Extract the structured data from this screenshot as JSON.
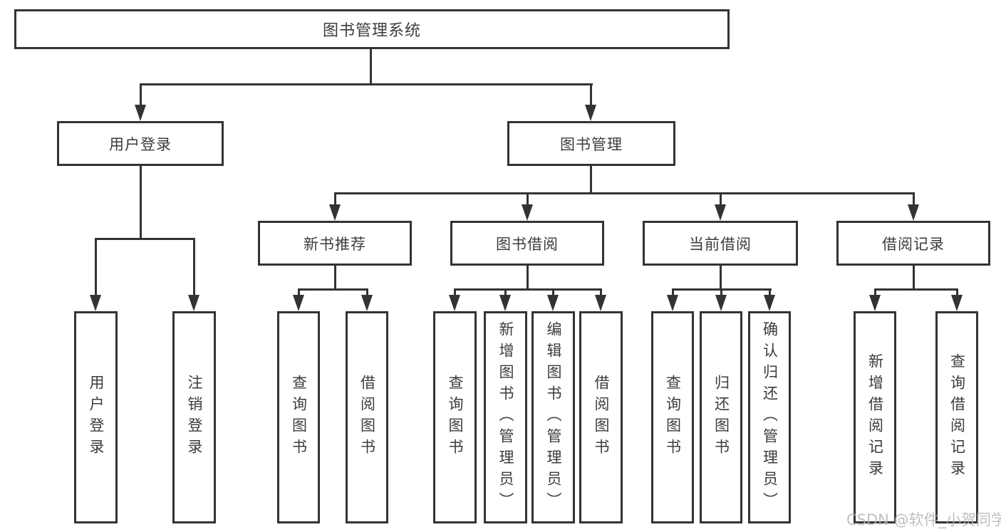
{
  "diagram": {
    "title": "图书管理系统",
    "nodes": {
      "root": {
        "label": "图书管理系统",
        "children": [
          "user_login",
          "book_mgmt"
        ]
      },
      "user_login": {
        "label": "用户登录",
        "children": [
          "leaf_user_login",
          "leaf_logout"
        ]
      },
      "book_mgmt": {
        "label": "图书管理",
        "children": [
          "new_book_rec",
          "book_borrow",
          "current_borrow",
          "borrow_records"
        ]
      },
      "new_book_rec": {
        "label": "新书推荐",
        "children": [
          "leaf_nb_query",
          "leaf_nb_borrow"
        ]
      },
      "book_borrow": {
        "label": "图书借阅",
        "children": [
          "leaf_bb_query",
          "leaf_bb_add",
          "leaf_bb_edit",
          "leaf_bb_borrow"
        ]
      },
      "current_borrow": {
        "label": "当前借阅",
        "children": [
          "leaf_cb_query",
          "leaf_cb_return",
          "leaf_cb_confirm"
        ]
      },
      "borrow_records": {
        "label": "借阅记录",
        "children": [
          "leaf_br_add",
          "leaf_br_query"
        ]
      },
      "leaf_user_login": {
        "label": "用户登录",
        "children": []
      },
      "leaf_logout": {
        "label": "注销登录",
        "children": []
      },
      "leaf_nb_query": {
        "label": "查询图书",
        "children": []
      },
      "leaf_nb_borrow": {
        "label": "借阅图书",
        "children": []
      },
      "leaf_bb_query": {
        "label": "查询图书",
        "children": []
      },
      "leaf_bb_add": {
        "label": "新增图书（管理员）",
        "children": []
      },
      "leaf_bb_edit": {
        "label": "编辑图书（管理员）",
        "children": []
      },
      "leaf_bb_borrow": {
        "label": "借阅图书",
        "children": []
      },
      "leaf_cb_query": {
        "label": "查询图书",
        "children": []
      },
      "leaf_cb_return": {
        "label": "归还图书",
        "children": []
      },
      "leaf_cb_confirm": {
        "label": "确认归还（管理员）",
        "children": []
      },
      "leaf_br_add": {
        "label": "新增借阅记录",
        "children": []
      },
      "leaf_br_query": {
        "label": "查询借阅记录",
        "children": []
      }
    }
  },
  "watermark": {
    "text": "CSDN @软件_小贺同学"
  },
  "colors": {
    "line": "#333333",
    "box_border": "#333333",
    "text": "#3c3c3c",
    "watermark": "#b4b4b4",
    "background": "#ffffff"
  }
}
